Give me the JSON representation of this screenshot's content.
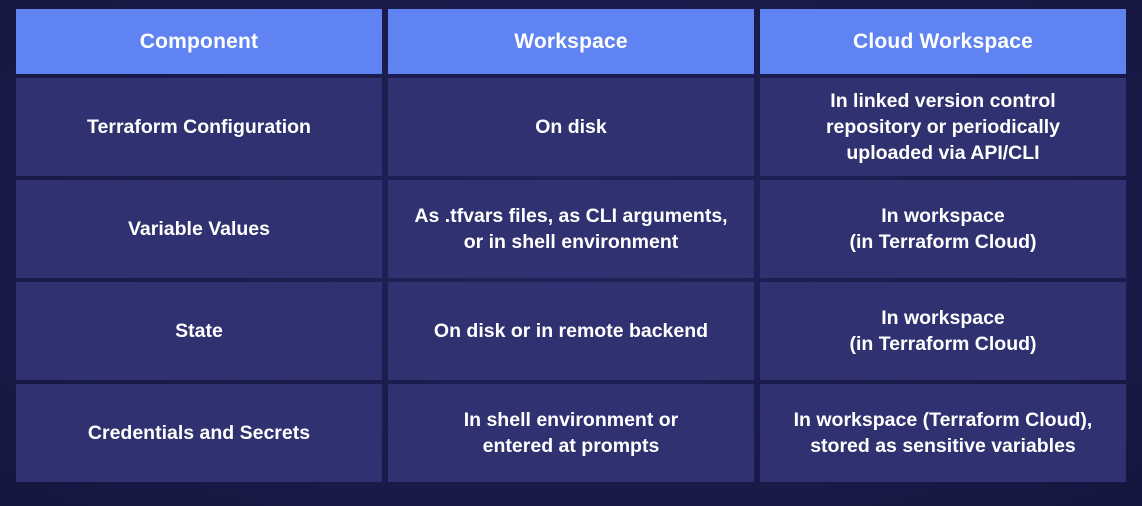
{
  "table": {
    "headers": [
      "Component",
      "Workspace",
      "Cloud Workspace"
    ],
    "rows": [
      {
        "component": "Terraform Configuration",
        "workspace": "On disk",
        "cloud": "In linked version control\nrepository or periodically\nuploaded via API/CLI"
      },
      {
        "component": "Variable Values",
        "workspace": "As .tfvars files, as CLI arguments,\nor in shell environment",
        "cloud": "In workspace\n(in Terraform Cloud)"
      },
      {
        "component": "State",
        "workspace": "On disk or in remote backend",
        "cloud": "In workspace\n(in Terraform Cloud)"
      },
      {
        "component": "Credentials and Secrets",
        "workspace": "In shell environment or\nentered at prompts",
        "cloud": "In workspace (Terraform Cloud),\nstored as sensitive variables"
      }
    ]
  }
}
